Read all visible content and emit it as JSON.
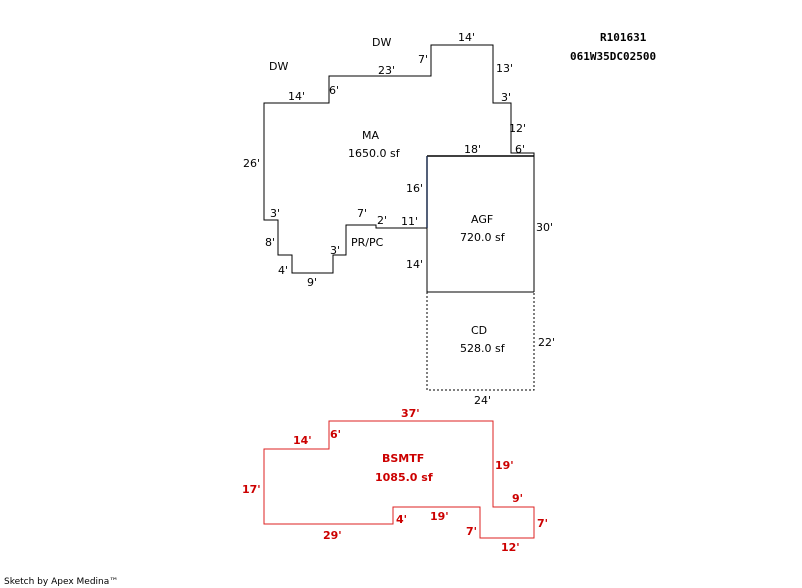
{
  "header": {
    "account": "R101631",
    "parcel": "061W35DC02500"
  },
  "footer": "Sketch by Apex Medina™",
  "annotations": {
    "dw1": "DW",
    "dw2": "DW",
    "pr_pc": "PR/PC"
  },
  "areas": {
    "ma": {
      "label": "MA",
      "area": "1650.0 sf"
    },
    "agf": {
      "label": "AGF",
      "area": "720.0 sf"
    },
    "cd": {
      "label": "CD",
      "area": "528.0 sf"
    },
    "bsmtf": {
      "label": "BSMTF",
      "area": "1085.0 sf"
    }
  },
  "dims": {
    "ma": [
      "14'",
      "7'",
      "23'",
      "6'",
      "14'",
      "13'",
      "3'",
      "12'",
      "6'",
      "18'",
      "26'",
      "16'",
      "3'",
      "7'",
      "2'",
      "11'",
      "8'",
      "3'",
      "4'",
      "9'",
      "14'"
    ],
    "agf": [
      "30'"
    ],
    "cd": [
      "22'",
      "24'"
    ],
    "bsmtf": [
      "37'",
      "14'",
      "6'",
      "17'",
      "19'",
      "9'",
      "7'",
      "29'",
      "4'",
      "19'",
      "7'",
      "12'"
    ]
  },
  "colors": {
    "main": "#000000",
    "dark_edge": "#1a2a4a",
    "basement": "#dd2222",
    "basement_text": "#cc0000"
  }
}
